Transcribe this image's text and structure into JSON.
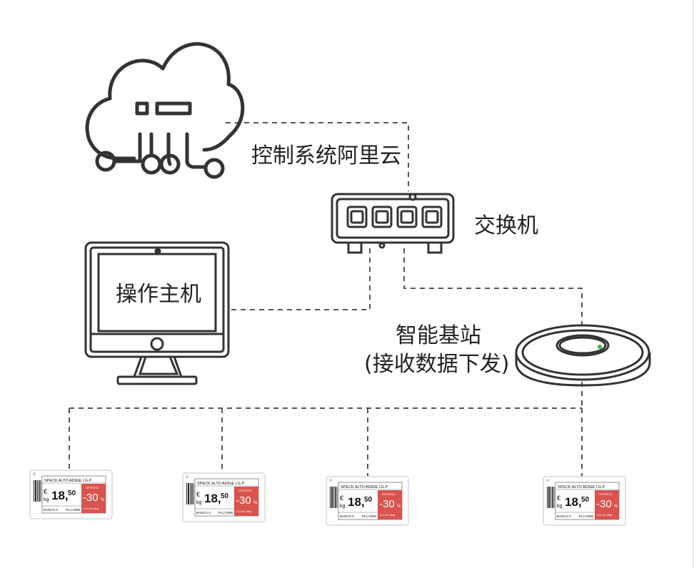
{
  "labels": {
    "cloud": "控制系统阿里云",
    "switch": "交换机",
    "host": "操作主机",
    "base_station_line1": "智能基站",
    "base_station_line2": "(接收数据下发)"
  },
  "price_tag": {
    "product": "SPECK  ALTO ADIGE I.G.P",
    "currency": "€",
    "unit": "kg",
    "price_int": "18,",
    "price_dec": "50",
    "offer_label": "OFFERTA",
    "discount": "-30",
    "percent": "%",
    "offer_dates": "6-21 AG alleg",
    "counter": "BANCO 5",
    "plu": "PLU 0086"
  },
  "colors": {
    "stroke": "#333333",
    "dashed": "#555555",
    "tag_red": "#d9534f",
    "tag_border": "#d8d8d8",
    "led_green": "#3cb34a"
  }
}
